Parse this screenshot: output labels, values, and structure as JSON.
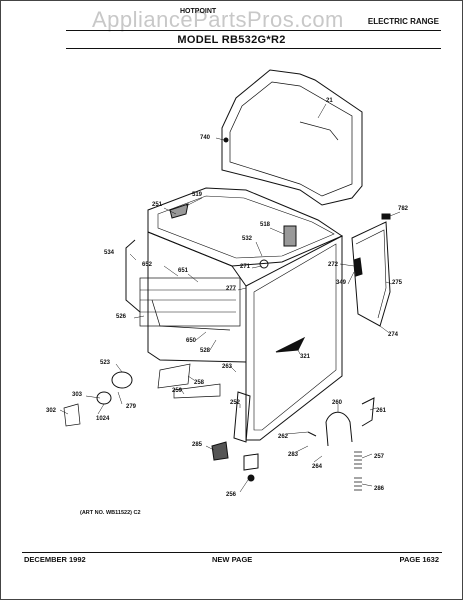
{
  "header": {
    "watermark": "AppliancePartsPros.com",
    "brand": "HOTPOINT",
    "brand_sub": "",
    "category": "ELECTRIC RANGE"
  },
  "title": "MODEL RB532G*R2",
  "callouts": {
    "c21": "21",
    "c740": "740",
    "c519": "519",
    "c251": "251",
    "c782": "782",
    "c518": "518",
    "c532": "532",
    "c534": "534",
    "c652": "652",
    "c651": "651",
    "c271": "271",
    "c272": "272",
    "c277": "277",
    "c275": "275",
    "c349": "349",
    "c526": "526",
    "c274": "274",
    "c650": "650",
    "c528": "528",
    "c321": "321",
    "c523": "523",
    "c263": "263",
    "c258": "258",
    "c259": "259",
    "c303": "303",
    "c279": "279",
    "c302": "302",
    "c1024": "1024",
    "c252": "252",
    "c260": "260",
    "c261": "261",
    "c262": "262",
    "c285": "285",
    "c283": "283",
    "c264": "264",
    "c257": "257",
    "c286": "286",
    "c256": "256"
  },
  "art_no": "(ART NO. WB11522) C2",
  "footer": {
    "date": "DECEMBER 1992",
    "note": "NEW PAGE",
    "page": "PAGE 1632"
  }
}
